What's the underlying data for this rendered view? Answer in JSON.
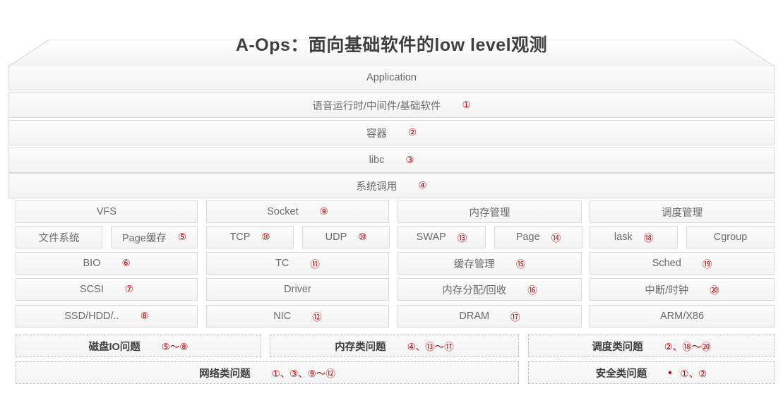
{
  "title": "A-Ops：面向基础软件的low level观测",
  "colors": {
    "accent_red": "#c00000",
    "text_gray": "#6b6b6b",
    "border_gray": "#d9d9d9",
    "dashed_border": "#bdbdbd",
    "background": "#ffffff"
  },
  "stack_rows": [
    {
      "label": "Application",
      "num": ""
    },
    {
      "label": "语音运行时/中间件/基础软件",
      "num": "①"
    },
    {
      "label": "容器",
      "num": "②"
    },
    {
      "label": "libc",
      "num": "③"
    },
    {
      "label": "系统调用",
      "num": "④"
    }
  ],
  "columns": [
    {
      "name": "storage",
      "head": {
        "label": "VFS",
        "num": ""
      },
      "split": [
        {
          "label": "文件系统",
          "num": ""
        },
        {
          "label": "Page缓存",
          "num": "⑤"
        }
      ],
      "rows": [
        {
          "label": "BIO",
          "num": "⑥"
        },
        {
          "label": "SCSI",
          "num": "⑦"
        },
        {
          "label": "SSD/HDD/..",
          "num": "⑧"
        }
      ]
    },
    {
      "name": "network",
      "head": {
        "label": "Socket",
        "num": "⑨"
      },
      "split": [
        {
          "label": "TCP",
          "num": "⑩"
        },
        {
          "label": "UDP",
          "num": "⑩"
        }
      ],
      "rows": [
        {
          "label": "TC",
          "num": "⑪"
        },
        {
          "label": "Driver",
          "num": ""
        },
        {
          "label": "NIC",
          "num": "⑫"
        }
      ]
    },
    {
      "name": "memory",
      "head": {
        "label": "内存管理",
        "num": ""
      },
      "split": [
        {
          "label": "SWAP",
          "num": "⑬"
        },
        {
          "label": "Page",
          "num": "⑭"
        }
      ],
      "rows": [
        {
          "label": "缓存管理",
          "num": "⑮"
        },
        {
          "label": "内存分配/回收",
          "num": "⑯"
        },
        {
          "label": "DRAM",
          "num": "⑰"
        }
      ]
    },
    {
      "name": "scheduling",
      "head": {
        "label": "调度管理",
        "num": ""
      },
      "split": [
        {
          "label": "lask",
          "num": "⑱"
        },
        {
          "label": "Cgroup",
          "num": ""
        }
      ],
      "rows": [
        {
          "label": "Sched",
          "num": "⑲"
        },
        {
          "label": "中断/时钟",
          "num": "⑳"
        },
        {
          "label": "ARM/X86",
          "num": ""
        }
      ]
    }
  ],
  "problem_boxes": [
    {
      "label": "磁盘IO问题",
      "num": "⑤～⑧",
      "bullet": ""
    },
    {
      "label": "内存类问题",
      "num": "④、⑬～⑰",
      "bullet": ""
    },
    {
      "label": "调度类问题",
      "num": "②、⑱～⑳",
      "bullet": ""
    },
    {
      "label": "网络类问题",
      "num": "①、③、⑨～⑫",
      "bullet": ""
    },
    {
      "label": "安全类问题",
      "num": "①、②",
      "bullet": "•"
    }
  ]
}
